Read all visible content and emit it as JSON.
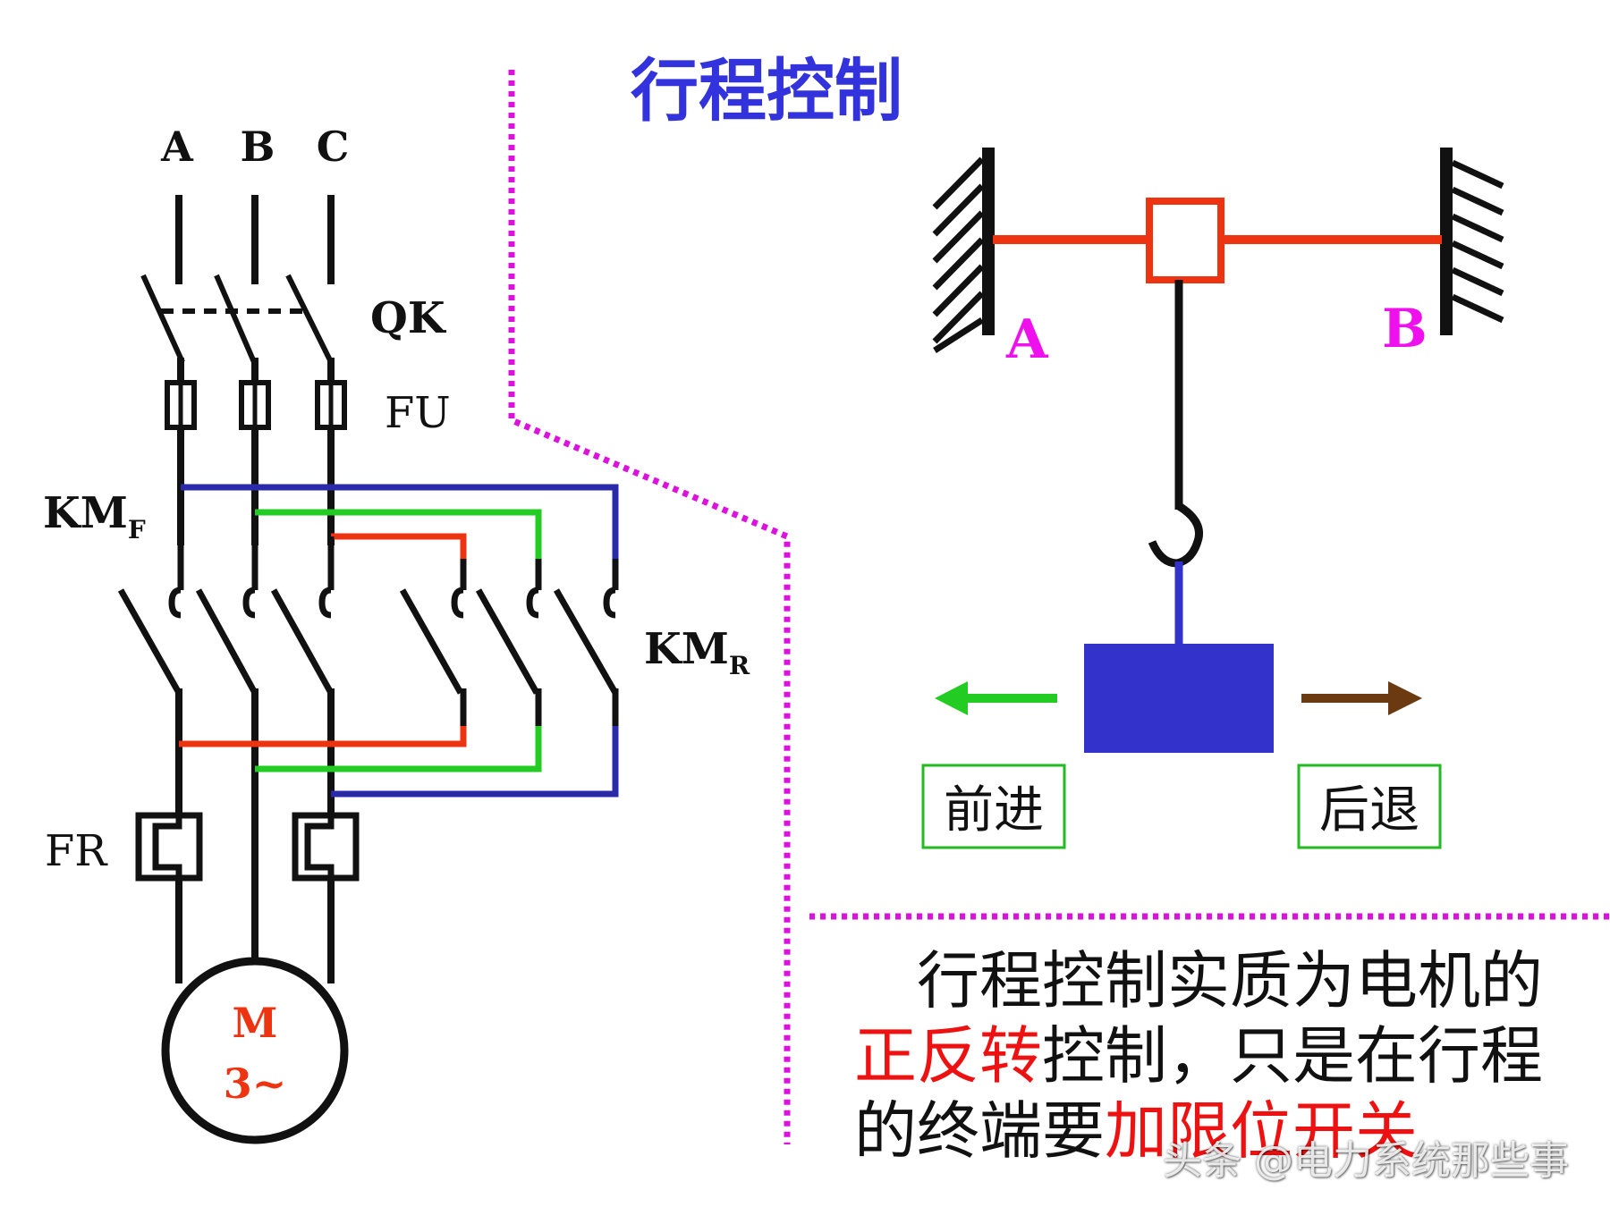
{
  "title": "行程控制",
  "circuit": {
    "phase_labels": [
      "A",
      "B",
      "C"
    ],
    "qk_label": "QK",
    "fu_label": "FU",
    "kmf_label": "KM",
    "kmf_sub": "F",
    "kmr_label": "KM",
    "kmr_sub": "R",
    "fr_label": "FR",
    "motor_line1": "M",
    "motor_line2": "3~"
  },
  "mechanism": {
    "end_a_label": "A",
    "end_b_label": "B",
    "forward_label": "前进",
    "backward_label": "后退"
  },
  "note": {
    "line1": "行程控制实质为电机的",
    "line2_highlight": "正反转",
    "line2_rest": "控制，只是在行程",
    "line3_start": "的终端要",
    "line3_highlight": "加限位开关"
  },
  "watermark": "头条 @电力系统那些事",
  "colors": {
    "title": "#3333dd",
    "divider": "#dd11dd",
    "wire_blue": "#2a2aaa",
    "wire_green": "#22cc22",
    "wire_red": "#ee3311",
    "label_magenta": "#ee11ee",
    "block_blue": "#3333cc",
    "arrow_brown": "#6b3a10",
    "highlight_red": "#ee1111",
    "motor_text": "#ee3311"
  }
}
